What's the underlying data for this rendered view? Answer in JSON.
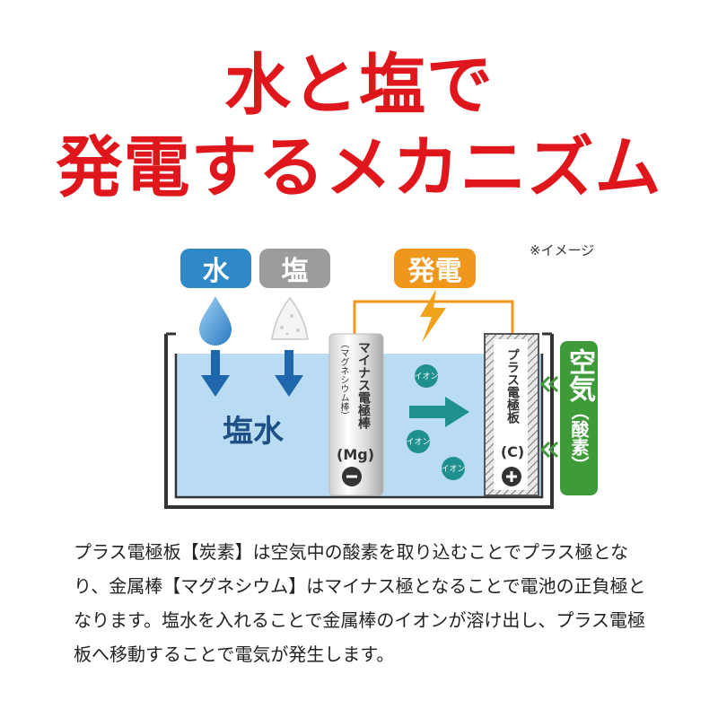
{
  "title": {
    "line1": "水と塩で",
    "line2": "発電するメカニズム"
  },
  "note": "※イメージ",
  "labels": {
    "water": "水",
    "salt": "塩",
    "power": "発電",
    "salt_water": "塩水",
    "air_main": "空気",
    "air_paren_open": "（",
    "air_sub": "酸素",
    "air_paren_close": "）"
  },
  "minus_electrode": {
    "name": "マイナス電極棒",
    "sub": "（マグネシウム棒）",
    "symbol": "(Mg)",
    "sign": "−"
  },
  "plus_electrode": {
    "name": "プラス電極板",
    "symbol": "(C)",
    "sign": "+"
  },
  "ions": [
    "イオン",
    "イオン",
    "イオン"
  ],
  "description": "プラス電極板【炭素】は空気中の酸素を取り込むことでプラス極となり、金属棒【マグネシウム】はマイナス極となることで電池の正負極となります。塩水を入れることで金属棒のイオンが溶け出し、プラス電極板へ移動することで電気が発生します。",
  "colors": {
    "title": "#e0161d",
    "water_blue": "#2f88c8",
    "salt_gray": "#9c9c9c",
    "power_orange": "#f0961b",
    "air_green": "#3f9b3a",
    "ion_teal": "#1f8f8f",
    "liquid": "#b9dcf3"
  }
}
